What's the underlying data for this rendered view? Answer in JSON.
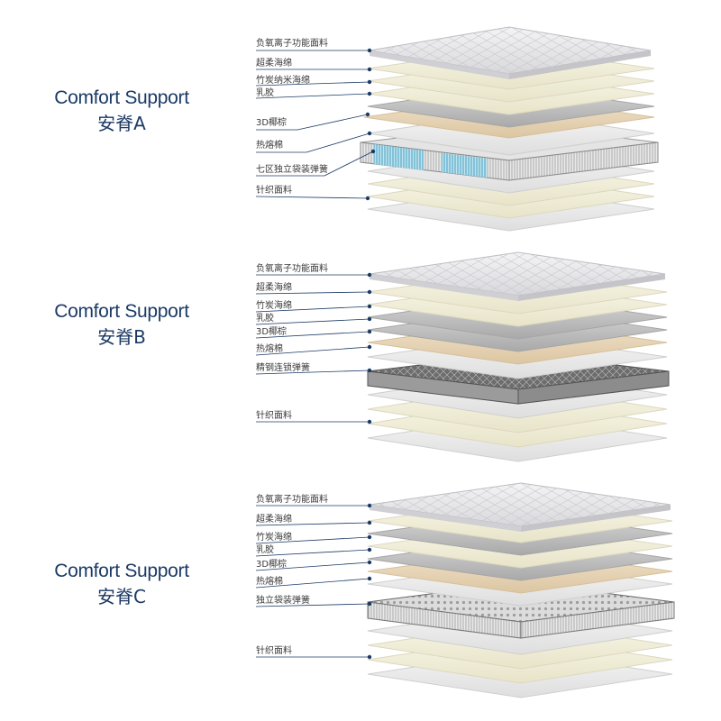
{
  "models": [
    {
      "title_en": "Comfort Support",
      "title_zh": "安脊A",
      "layers": [
        "负氧离子功能面料",
        "超柔海绵",
        "竹炭纳米海绵",
        "乳胶",
        "3D椰棕",
        "热熔棉",
        "七区独立袋装弹簧",
        "针织面料"
      ]
    },
    {
      "title_en": "Comfort Support",
      "title_zh": "安脊B",
      "layers": [
        "负氧离子功能面料",
        "超柔海绵",
        "竹炭海绵",
        "乳胶",
        "3D椰棕",
        "热熔棉",
        "精钢连锁弹簧",
        "针织面料"
      ]
    },
    {
      "title_en": "Comfort Support",
      "title_zh": "安脊C",
      "layers": [
        "负氧离子功能面料",
        "超柔海绵",
        "竹炭海绵",
        "乳胶",
        "3D椰棕",
        "热熔棉",
        "独立袋装弹簧",
        "针织面料"
      ]
    }
  ],
  "colors": {
    "title": "#1b3a66",
    "leader_line": "#1b3a66",
    "fabric_top": "#e6e6e8",
    "foam_cream": "#f3f0dc",
    "charcoal_foam": "#c9c9c9",
    "latex": "#ece9d4",
    "coir": "#ead9bf",
    "spring_blue": "#5fb8d3",
    "spring_steel": "#8a8a8a"
  }
}
